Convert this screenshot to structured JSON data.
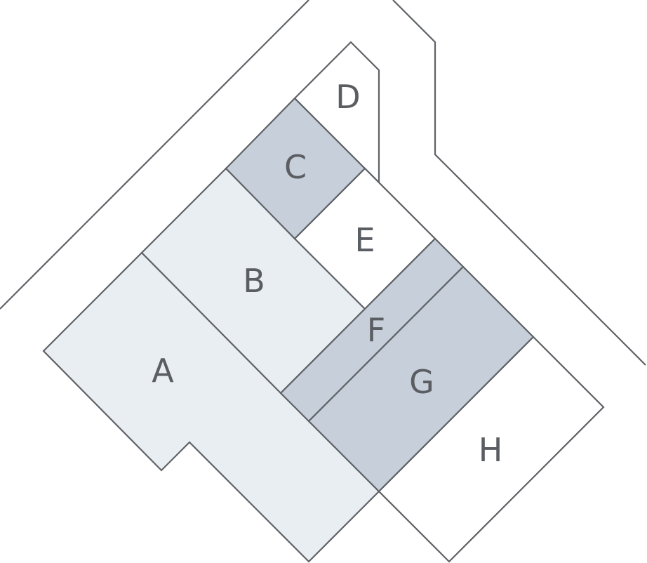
{
  "colors": {
    "light": "#e9eef3",
    "medium": "#c7d0da",
    "none": "#ffffff",
    "stroke": "#5f6266",
    "label": "#5a5d61"
  },
  "parcels": [
    {
      "id": "A",
      "label": "A",
      "shade": "light"
    },
    {
      "id": "B",
      "label": "B",
      "shade": "light"
    },
    {
      "id": "C",
      "label": "C",
      "shade": "medium"
    },
    {
      "id": "D",
      "label": "D",
      "shade": "none"
    },
    {
      "id": "E",
      "label": "E",
      "shade": "none"
    },
    {
      "id": "F",
      "label": "F",
      "shade": "medium"
    },
    {
      "id": "G",
      "label": "G",
      "shade": "medium"
    },
    {
      "id": "H",
      "label": "H",
      "shade": "none"
    }
  ]
}
